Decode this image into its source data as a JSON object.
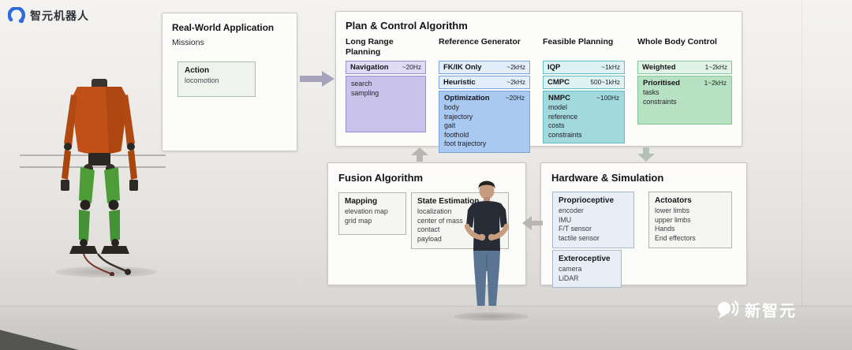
{
  "brand": {
    "name": "智元机器人"
  },
  "watermark": {
    "label": "新智元"
  },
  "panels": {
    "real_world": {
      "title": "Real-World Application",
      "subtitle": "Missions",
      "action": {
        "title": "Action",
        "items": [
          "locomotion"
        ]
      }
    },
    "plan_control": {
      "title": "Plan & Control Algorithm",
      "columns": [
        {
          "heading": "Long Range Planning",
          "strips": [
            {
              "label": "Navigation",
              "rate": "~20Hz"
            }
          ],
          "items": [
            "search",
            "sampling"
          ]
        },
        {
          "heading": "Reference Generator",
          "strips": [
            {
              "label": "FK/IK Only",
              "rate": "~2kHz"
            },
            {
              "label": "Heuristic",
              "rate": "~2kHz"
            }
          ],
          "main": {
            "label": "Optimization",
            "rate": "~20Hz"
          },
          "items": [
            "body",
            "trajectory",
            "gait",
            "foothold",
            "foot trajectory"
          ]
        },
        {
          "heading": "Feasible Planning",
          "strips": [
            {
              "label": "IQP",
              "rate": "~1kHz"
            },
            {
              "label": "CMPC",
              "rate": "500~1kHz"
            }
          ],
          "main": {
            "label": "NMPC",
            "rate": "~100Hz"
          },
          "items": [
            "model",
            "reference",
            "costs",
            "constraints"
          ]
        },
        {
          "heading": "Whole Body Control",
          "strips": [
            {
              "label": "Weighted",
              "rate": "1~2kHz"
            }
          ],
          "main": {
            "label": "Prioritised",
            "rate": "1~2kHz"
          },
          "items": [
            "tasks",
            "constraints"
          ]
        }
      ]
    },
    "fusion": {
      "title": "Fusion Algorithm",
      "boxes": [
        {
          "title": "Mapping",
          "items": [
            "elevation map",
            "grid map"
          ]
        },
        {
          "title": "State Estimation",
          "items": [
            "localization",
            "center of mass",
            "contact",
            "payload"
          ]
        }
      ]
    },
    "hardware": {
      "title": "Hardware & Simulation",
      "boxes": [
        {
          "title": "Proprioceptive",
          "items": [
            "encoder",
            "IMU",
            "F/T sensor",
            "tactile sensor"
          ]
        },
        {
          "title": "Actoators",
          "items": [
            "lower limbs",
            "upper limbs",
            "Hands",
            "End effectors"
          ]
        },
        {
          "title": "Exteroceptive",
          "items": [
            "camera",
            "LiDAR"
          ]
        }
      ]
    }
  },
  "colors": {
    "purple_accent": "#998fd2",
    "blue_accent": "#78a5e0",
    "teal_accent": "#62bec3",
    "green_accent": "#80c698",
    "brand_blue": "#2f6bdc",
    "panel_bg": "#fcfcfa"
  }
}
